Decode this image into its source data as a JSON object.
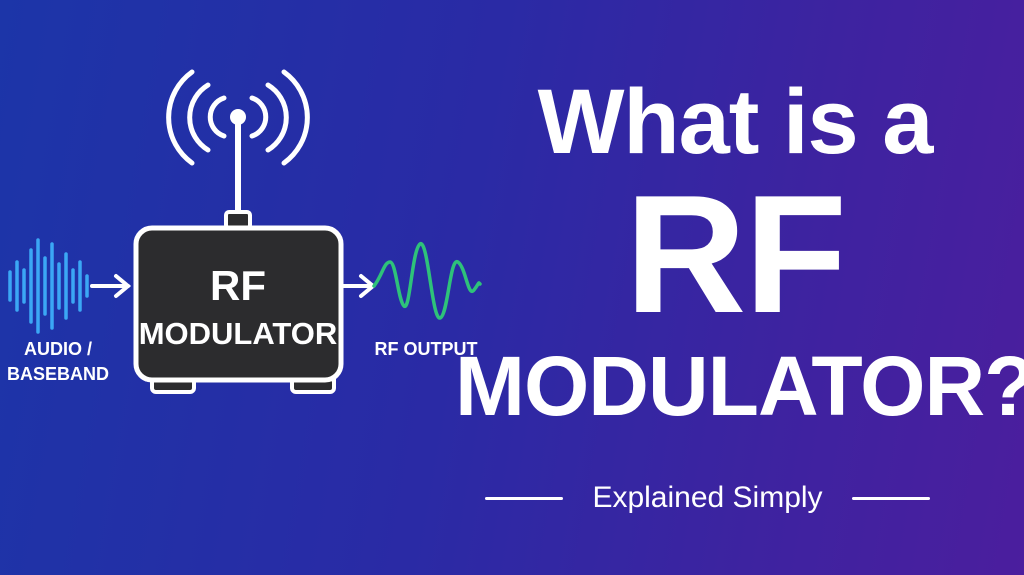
{
  "diagram": {
    "input_label_line1": "AUDIO /",
    "input_label_line2": "BASEBAND",
    "device_title": "RF",
    "device_subtitle": "MODULATOR",
    "output_label": "RF OUTPUT",
    "input_wave_color": "#3ba7f5",
    "output_wave_color": "#2ec27a",
    "device_color": "#2c2c2e",
    "stroke_color": "#ffffff"
  },
  "headline": {
    "line1": "What is a",
    "line2": "RF",
    "line3": "MODULATOR?"
  },
  "subtitle": {
    "text": "Explained Simply"
  },
  "icons": {
    "antenna": "antenna-icon",
    "signal": "signal-waves-icon",
    "audio": "audio-waveform-icon",
    "rf": "rf-sine-wave-icon"
  }
}
